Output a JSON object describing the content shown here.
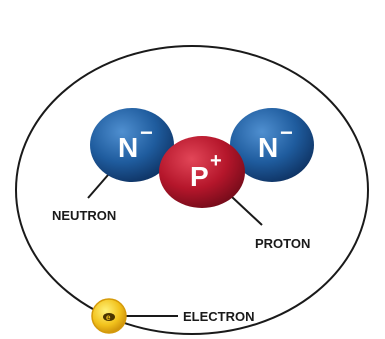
{
  "colors": {
    "neutron": "#1f5c9e",
    "proton": "#b5162b",
    "electron": "#f2c21c",
    "line": "#1a1a1a"
  },
  "particles": {
    "neutron_left": {
      "symbol": "N",
      "charge": "−"
    },
    "neutron_right": {
      "symbol": "N",
      "charge": "−"
    },
    "proton": {
      "symbol": "P",
      "charge": "+"
    },
    "electron": {
      "symbol": "e"
    }
  },
  "labels": {
    "neutron": "NEUTRON",
    "proton": "PROTON",
    "electron": "ELECTRON"
  }
}
